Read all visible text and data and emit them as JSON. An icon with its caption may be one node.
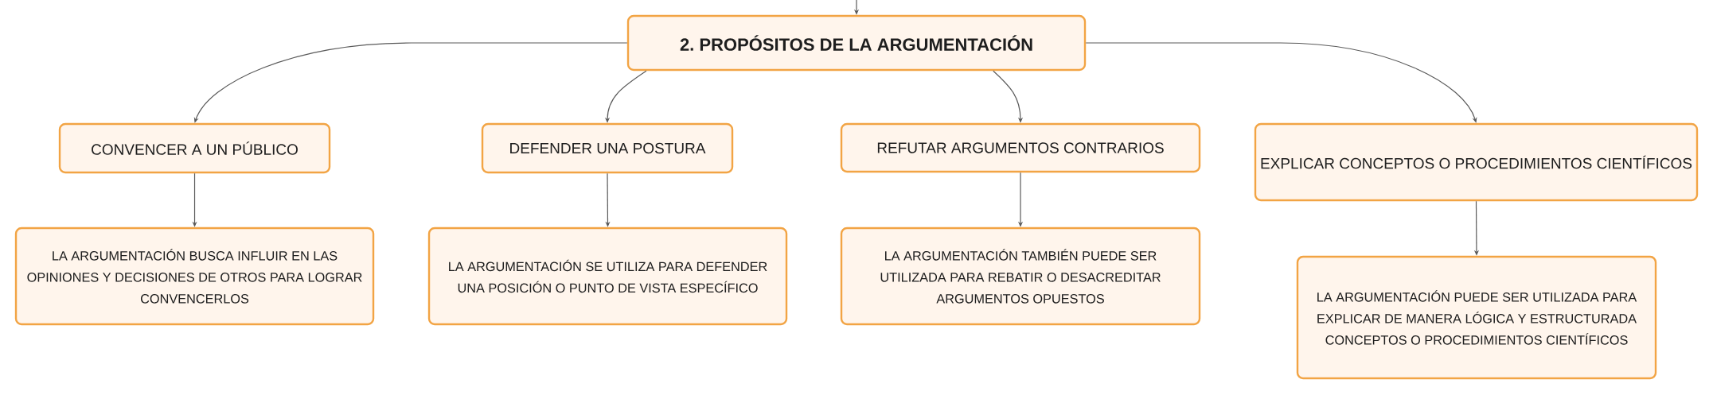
{
  "diagram": {
    "nodes": [
      {
        "text": [
          "2. PROPÓSITOS DE LA ARGUMENTACIÓN"
        ]
      },
      {
        "text": [
          "CONVENCER A UN PÚBLICO"
        ]
      },
      {
        "text": [
          "DEFENDER UNA POSTURA"
        ]
      },
      {
        "text": [
          "REFUTAR ARGUMENTOS CONTRARIOS"
        ]
      },
      {
        "text": [
          "EXPLICAR CONCEPTOS O PROCEDIMIENTOS CIENTÍFICOS"
        ]
      },
      {
        "text": [
          "LA ARGUMENTACIÓN BUSCA INFLUIR EN LAS OPINIONES Y DECISIONES DE OTROS PARA LOGRAR CONVENCERLOS"
        ]
      },
      {
        "text": [
          "LA ARGUMENTACIÓN SE UTILIZA PARA DEFENDER UNA POSICIÓN O PUNTO DE VISTA ESPECÍFICO"
        ]
      },
      {
        "text": [
          "LA ARGUMENTACIÓN TAMBIÉN PUEDE SER UTILIZADA PARA REBATIR O DESACREDITAR ARGUMENTOS OPUESTOS"
        ]
      },
      {
        "text": [
          "LA ARGUMENTACIÓN PUEDE SER UTILIZADA PARA EXPLICAR DE MANERA LÓGICA Y ESTRUCTURADA CONCEPTOS O PROCEDIMIENTOS CIENTÍFICOS"
        ]
      }
    ],
    "edges": [
      {
        "from": null,
        "to": 0,
        "arrow": "to"
      },
      {
        "from": 0,
        "to": 1,
        "arrow": "to"
      },
      {
        "from": 0,
        "to": 2,
        "arrow": "to"
      },
      {
        "from": 0,
        "to": 3,
        "arrow": "to"
      },
      {
        "from": 0,
        "to": 4,
        "arrow": "to"
      },
      {
        "from": 1,
        "to": 5,
        "arrow": "to"
      },
      {
        "from": 2,
        "to": 6,
        "arrow": "to"
      },
      {
        "from": 3,
        "to": 7,
        "arrow": "to"
      },
      {
        "from": 4,
        "to": 8,
        "arrow": "to"
      }
    ]
  }
}
